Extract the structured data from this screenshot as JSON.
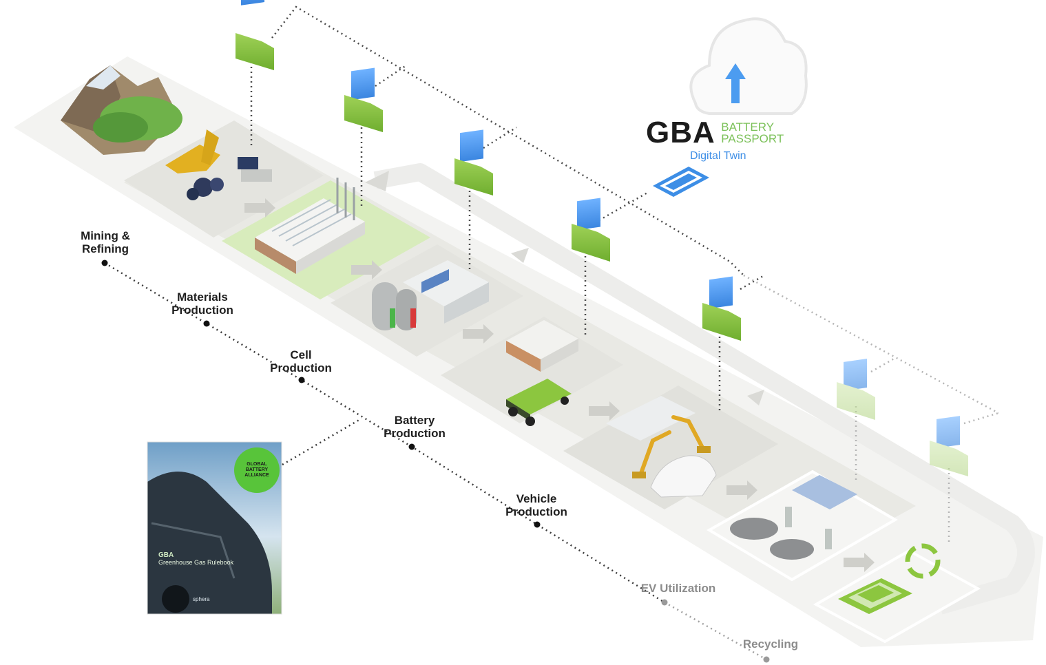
{
  "logo": {
    "brand": "GBA",
    "product_line1": "BATTERY",
    "product_line2": "PASSPORT",
    "tagline": "Digital Twin"
  },
  "stages": [
    {
      "label_line1": "Mining &",
      "label_line2": "Refining"
    },
    {
      "label_line1": "Materials",
      "label_line2": "Production"
    },
    {
      "label_line1": "Cell",
      "label_line2": "Production"
    },
    {
      "label_line1": "Battery",
      "label_line2": "Production"
    },
    {
      "label_line1": "Vehicle",
      "label_line2": "Production"
    },
    {
      "label_line1": "EV Utilization",
      "label_line2": ""
    },
    {
      "label_line1": "Recycling",
      "label_line2": ""
    }
  ],
  "report_cover": {
    "badge_line1": "GLOBAL",
    "badge_line2": "BATTERY",
    "badge_line3": "ALLIANCE",
    "brand": "GBA",
    "title": "Greenhouse Gas Rulebook",
    "publisher": "sphera"
  },
  "colors": {
    "accent_green": "#8cc63f",
    "passport_blue": "#3d8ee6",
    "platform_grey": "#ececea",
    "label_dark": "#1f1f1f",
    "label_muted": "#8c8c8c"
  },
  "icons": {
    "data_folder": "folder-document-icon",
    "cloud": "cloud-upload-icon",
    "battery": "battery-icon",
    "recycle": "recycle-icon"
  }
}
